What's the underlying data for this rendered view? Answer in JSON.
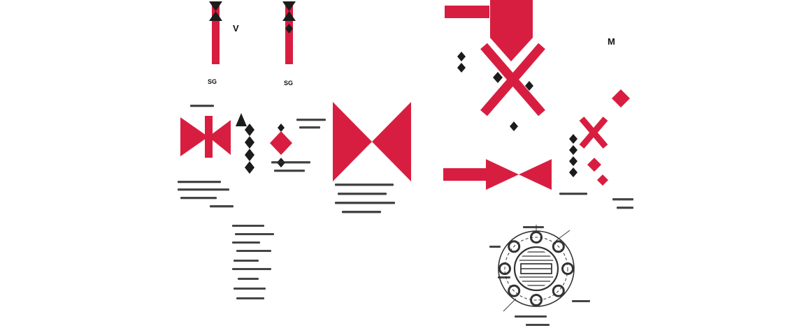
{
  "diagram": {
    "type": "technical-schematic",
    "labels": {
      "valve_top": "V",
      "sight_gauge_left": "SG",
      "sight_gauge_right": "SG",
      "motor": "M"
    },
    "colors": {
      "accent_red": "#D81E40",
      "ink": "#1C1C1C",
      "line_gray": "#3A3A3A",
      "background": "#FFFFFF"
    },
    "flange": {
      "bolt_holes": 8
    }
  }
}
